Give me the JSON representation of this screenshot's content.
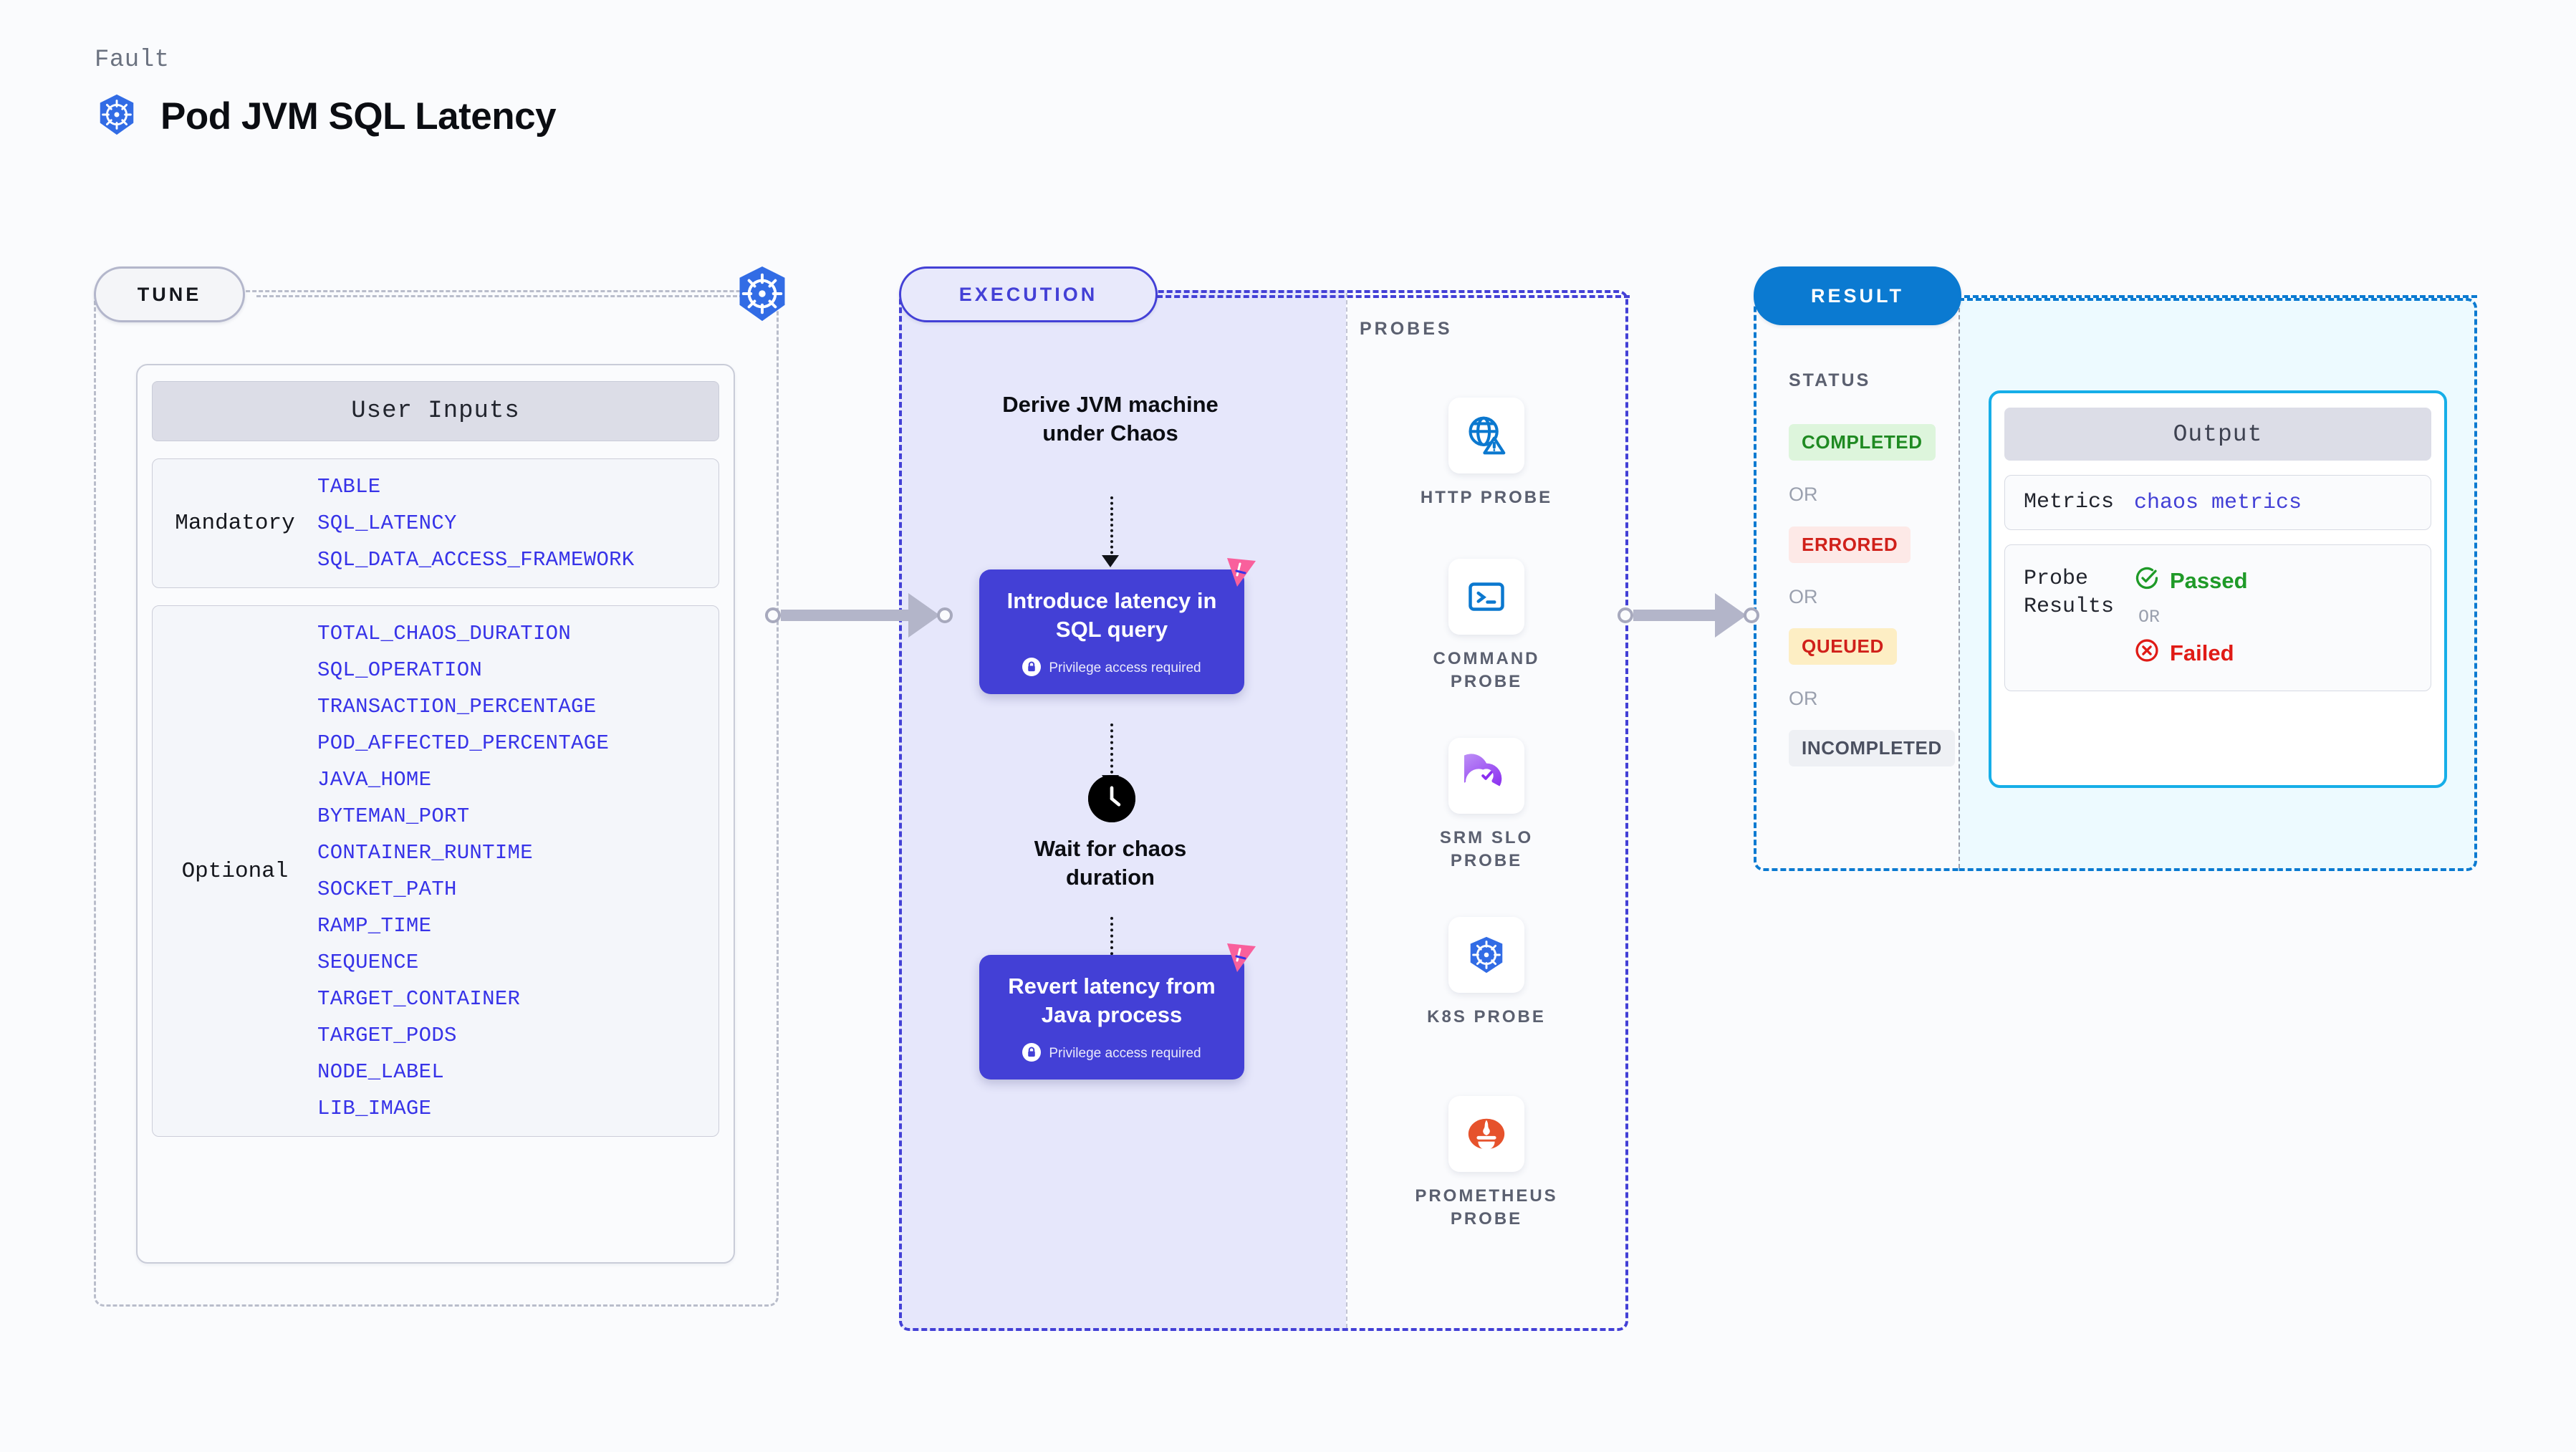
{
  "header": {
    "eyebrow": "Fault",
    "title": "Pod JVM SQL Latency",
    "icon": "kubernetes-icon"
  },
  "tune": {
    "badge": "TUNE",
    "k8s_icon": "kubernetes-icon",
    "card_title": "User Inputs",
    "groups": [
      {
        "category": "Mandatory",
        "params": [
          "TABLE",
          "SQL_LATENCY",
          "SQL_DATA_ACCESS_FRAMEWORK"
        ]
      },
      {
        "category": "Optional",
        "params": [
          "TOTAL_CHAOS_DURATION",
          "SQL_OPERATION",
          "TRANSACTION_PERCENTAGE",
          "POD_AFFECTED_PERCENTAGE",
          "JAVA_HOME",
          "BYTEMAN_PORT",
          "CONTAINER_RUNTIME",
          "SOCKET_PATH",
          "RAMP_TIME",
          "SEQUENCE",
          "TARGET_CONTAINER",
          "TARGET_PODS",
          "NODE_LABEL",
          "LIB_IMAGE"
        ]
      }
    ]
  },
  "execution": {
    "badge": "EXECUTION",
    "step1_label": "Derive JVM machine\nunder Chaos",
    "action1": {
      "title": "Introduce latency in\nSQL query",
      "privilege": "Privilege access required",
      "privilege_icon": "lock-icon",
      "corner_icon": "chaos-badge-icon"
    },
    "wait_label": "Wait for chaos\nduration",
    "wait_icon": "clock-icon",
    "action2": {
      "title": "Revert latency from\nJava process",
      "privilege": "Privilege access required",
      "privilege_icon": "lock-icon",
      "corner_icon": "chaos-badge-icon"
    }
  },
  "probes": {
    "title": "PROBES",
    "items": [
      {
        "label": "HTTP PROBE",
        "icon": "globe-warning-icon"
      },
      {
        "label": "COMMAND\nPROBE",
        "icon": "terminal-icon"
      },
      {
        "label": "SRM SLO\nPROBE",
        "icon": "srm-slo-icon"
      },
      {
        "label": "K8S PROBE",
        "icon": "kubernetes-icon"
      },
      {
        "label": "PROMETHEUS\nPROBE",
        "icon": "prometheus-icon"
      }
    ]
  },
  "result": {
    "badge": "RESULT",
    "status_title": "STATUS",
    "or_label": "OR",
    "statuses": [
      {
        "label": "COMPLETED",
        "color": "#1f8a22",
        "bg": "#ddf5dc"
      },
      {
        "label": "ERRORED",
        "color": "#d0201a",
        "bg": "#fde9e7"
      },
      {
        "label": "QUEUED",
        "color": "#d0201a",
        "bg": "#fdeec4"
      },
      {
        "label": "INCOMPLETED",
        "color": "#4b5060",
        "bg": "#eef0f4"
      }
    ],
    "output": {
      "title": "Output",
      "metrics_key": "Metrics",
      "metrics_value": "chaos metrics",
      "probe_key": "Probe\nResults",
      "passed": "Passed",
      "passed_icon": "check-circle-icon",
      "or_label": "OR",
      "failed": "Failed",
      "failed_icon": "x-circle-icon"
    }
  },
  "colors": {
    "accent_purple": "#4340d6",
    "accent_blue": "#0b7ad1",
    "cyan": "#16aee8",
    "pink": "#f9609c",
    "param_blue": "#3733e8",
    "k8s_blue": "#326ce5"
  }
}
